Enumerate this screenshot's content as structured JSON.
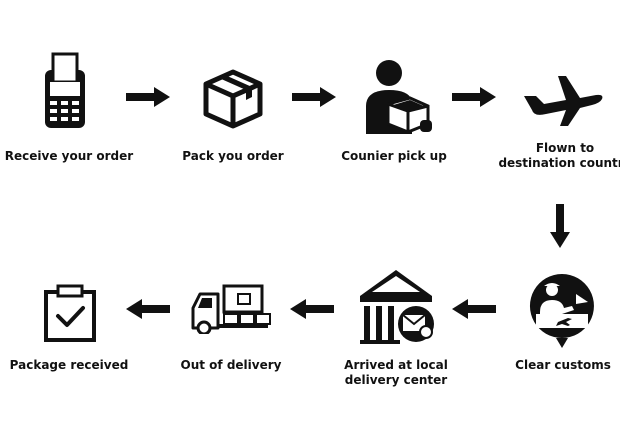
{
  "colors": {
    "ink": "#111111",
    "background": "#ffffff"
  },
  "steps": [
    {
      "icon": "card-terminal-icon",
      "label": "Receive your order"
    },
    {
      "icon": "box-icon",
      "label": "Pack you order"
    },
    {
      "icon": "courier-icon",
      "label": "Counier pick up"
    },
    {
      "icon": "airplane-icon",
      "label": "Flown to",
      "label2": "destination country"
    },
    {
      "icon": "customs-icon",
      "label": "Clear customs"
    },
    {
      "icon": "warehouse-icon",
      "label": "Arrived at local",
      "label2": "delivery center"
    },
    {
      "icon": "truck-icon",
      "label": "Out of delivery"
    },
    {
      "icon": "clipboard-check-icon",
      "label": "Package received"
    }
  ]
}
